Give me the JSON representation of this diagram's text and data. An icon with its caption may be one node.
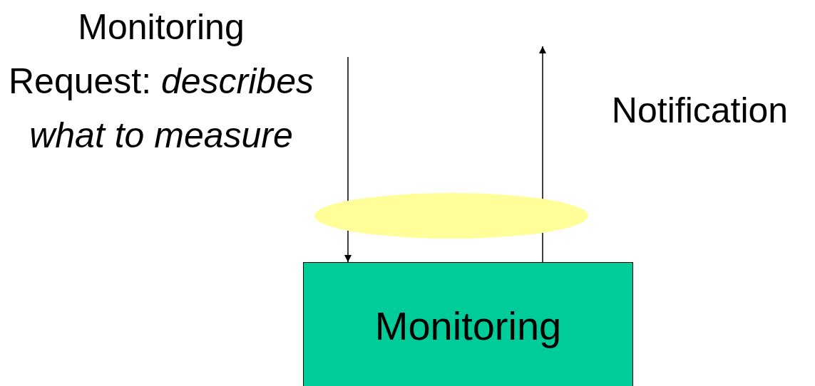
{
  "diagram": {
    "nodes": [
      {
        "text": [],
        "shape": "ellipse"
      },
      {
        "text": [
          "Monitoring"
        ]
      }
    ],
    "edges": [
      {
        "from": null,
        "to": 1,
        "arrow": "to",
        "label": "Monitoring Request: *describes what to measure*"
      },
      {
        "from": 1,
        "to": null,
        "arrow": "to",
        "label": "Notification"
      }
    ]
  }
}
